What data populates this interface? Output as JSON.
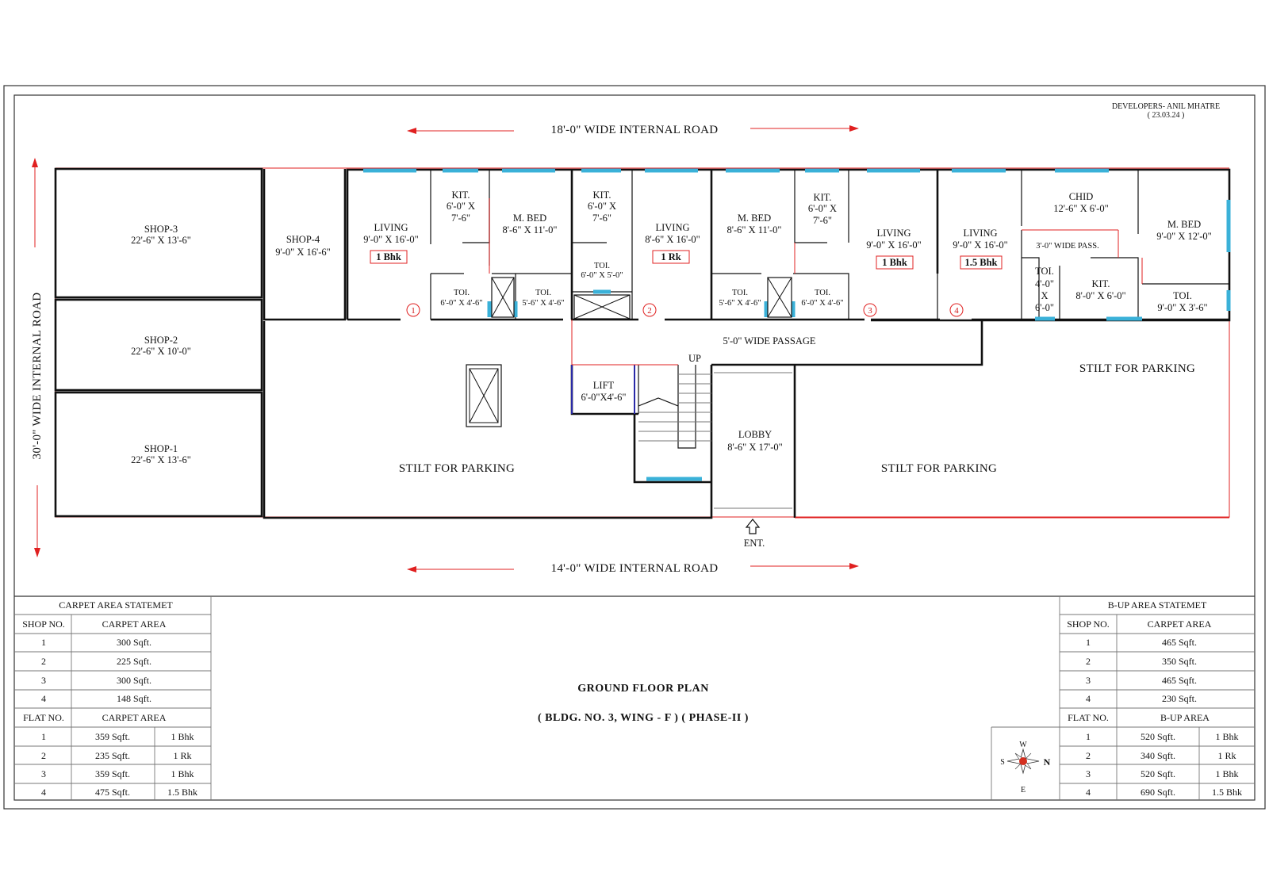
{
  "developer": {
    "line1": "DEVELOPERS- ANIL MHATRE",
    "line2": "( 23.03.24 )"
  },
  "roads": {
    "top": "18'-0\"  WIDE  INTERNAL ROAD",
    "bottom": "14'-0\"  WIDE  INTERNAL ROAD",
    "left": "30'-0\"  WIDE  INTERNAL ROAD"
  },
  "shops": [
    {
      "name": "SHOP-3",
      "size": "22'-6\" X 13'-6\""
    },
    {
      "name": "SHOP-2",
      "size": "22'-6\" X 10'-0\""
    },
    {
      "name": "SHOP-1",
      "size": "22'-6\" X 13'-6\""
    },
    {
      "name": "SHOP-4",
      "size": "9'-0\" X 16'-6\""
    }
  ],
  "flat1": {
    "living": {
      "name": "LIVING",
      "size": "9'-0\" X 16'-0\""
    },
    "tag": "1 Bhk",
    "kit": {
      "name": "KIT.",
      "size1": "6'-0\" X",
      "size2": "7'-6\""
    },
    "mbed": {
      "name": "M. BED",
      "size": "8'-6\" X 11'-0\""
    },
    "toi_a": {
      "name": "TOI.",
      "size": "6'-0\" X 4'-6\""
    },
    "toi_b": {
      "name": "TOI.",
      "size": "5'-6\" X 4'-6\""
    },
    "num": "1"
  },
  "flat2": {
    "kit": {
      "name": "KIT.",
      "size1": "6'-0\" X",
      "size2": "7'-6\""
    },
    "toi": {
      "name": "TOI.",
      "size": "6'-0\" X 5'-0\""
    },
    "living": {
      "name": "LIVING",
      "size": "8'-6\" X 16'-0\""
    },
    "tag": "1 Rk",
    "num": "2"
  },
  "flat3": {
    "mbed": {
      "name": "M. BED",
      "size": "8'-6\" X 11'-0\""
    },
    "kit": {
      "name": "KIT.",
      "size1": "6'-0\" X",
      "size2": "7'-6\""
    },
    "living": {
      "name": "LIVING",
      "size": "9'-0\" X 16'-0\""
    },
    "tag": "1 Bhk",
    "toi_a": {
      "name": "TOI.",
      "size": "5'-6\" X 4'-6\""
    },
    "toi_b": {
      "name": "TOI.",
      "size": "6'-0\" X 4'-6\""
    },
    "num": "3"
  },
  "flat4": {
    "living": {
      "name": "LIVING",
      "size": "9'-0\" X 16'-0\""
    },
    "tag": "1.5 Bhk",
    "child": {
      "name": "CHID",
      "size": "12'-6\" X 6'-0\""
    },
    "pass": "3'-0\" WIDE PASS.",
    "mbed": {
      "name": "M. BED",
      "size": "9'-0\" X 12'-0\""
    },
    "toi_a": {
      "name": "TOI.",
      "s1": "4'-0\"",
      "s2": "X",
      "s3": "6'-0\""
    },
    "kit": {
      "name": "KIT.",
      "size": "8'-0\" X 6'-0\""
    },
    "toi_b": {
      "name": "TOI.",
      "size": "9'-0\" X 3'-6\""
    },
    "num": "4"
  },
  "common": {
    "passage": "5'-0\" WIDE PASSAGE",
    "up": "UP",
    "lift": {
      "name": "LIFT",
      "size": "6'-0\"X4'-6\""
    },
    "lobby": {
      "name": "LOBBY",
      "size": "8'-6\" X 17'-0\""
    },
    "ent": "ENT.",
    "stilt": "STILT FOR PARKING"
  },
  "carpet_table": {
    "title": "CARPET AREA STATEMET",
    "shop_head": [
      "SHOP NO.",
      "CARPET AREA"
    ],
    "shops": [
      [
        "1",
        "300 Sqft."
      ],
      [
        "2",
        "225 Sqft."
      ],
      [
        "3",
        "300 Sqft."
      ],
      [
        "4",
        "148 Sqft."
      ]
    ],
    "flat_head": [
      "FLAT NO.",
      "CARPET AREA"
    ],
    "flats": [
      [
        "1",
        "359 Sqft.",
        "1 Bhk"
      ],
      [
        "2",
        "235 Sqft.",
        "1 Rk"
      ],
      [
        "3",
        "359 Sqft.",
        "1 Bhk"
      ],
      [
        "4",
        "475 Sqft.",
        "1.5 Bhk"
      ]
    ]
  },
  "bup_table": {
    "title": "B-UP AREA STATEMET",
    "shop_head": [
      "SHOP NO.",
      "CARPET AREA"
    ],
    "shops": [
      [
        "1",
        "465 Sqft."
      ],
      [
        "2",
        "350 Sqft."
      ],
      [
        "3",
        "465 Sqft."
      ],
      [
        "4",
        "230 Sqft."
      ]
    ],
    "flat_head": [
      "FLAT NO.",
      "B-UP AREA"
    ],
    "flats": [
      [
        "1",
        "520 Sqft.",
        "1 Bhk"
      ],
      [
        "2",
        "340 Sqft.",
        "1 Rk"
      ],
      [
        "3",
        "520 Sqft.",
        "1 Bhk"
      ],
      [
        "4",
        "690 Sqft.",
        "1.5 Bhk"
      ]
    ]
  },
  "plan_title": {
    "line1": "GROUND FLOOR PLAN",
    "line2": "(  BLDG. NO. 3, WING - F ) ( PHASE-II )"
  },
  "compass": {
    "w": "W",
    "s": "S",
    "n": "N",
    "e": "E"
  },
  "colors": {
    "wall": "#111111",
    "window": "#3ab1d8",
    "marker": "#e02020",
    "lift": "#2a2aa8"
  }
}
